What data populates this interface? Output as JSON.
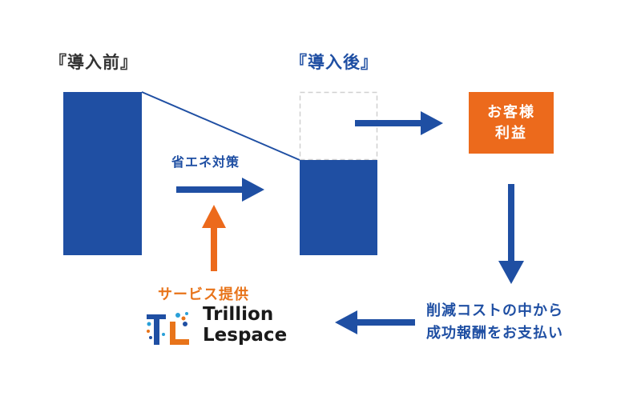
{
  "labels": {
    "before": "『導入前』",
    "after": "『導入後』",
    "saving_measures": "省エネ対策",
    "customer_profit_line1": "お客様",
    "customer_profit_line2": "利益",
    "payment_line1": "削減コストの中から",
    "payment_line2": "成功報酬をお支払い",
    "service_provided": "サービス提供"
  },
  "brand": {
    "logo_letters": "TL",
    "name_line1": "Trillion",
    "name_line2": "Lespace"
  },
  "colors": {
    "navy": "#1f4fa3",
    "orange": "#ec6a1c",
    "dark_text": "#333333",
    "dashed_outline": "#d0d0d0"
  },
  "icons": [
    "logo-icon"
  ]
}
